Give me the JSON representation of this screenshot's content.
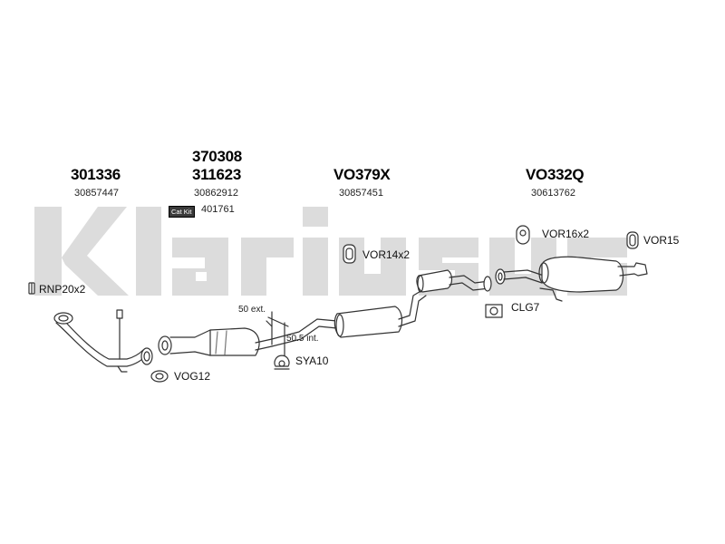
{
  "watermark": "klarius",
  "groups": [
    {
      "top": "301336",
      "bottom": "30857447"
    },
    {
      "top_a": "370308",
      "top_b": "311623",
      "bottom": "30862912"
    },
    {
      "top": "VO379X",
      "bottom": "30857451"
    },
    {
      "top": "VO332Q",
      "bottom": "30613762"
    }
  ],
  "catkit": {
    "badge": "Cat Kit",
    "number": "401761"
  },
  "labels": {
    "rnp": "RNP20x2",
    "vog": "VOG12",
    "sya": "SYA10",
    "vor14": "VOR14x2",
    "vor16": "VOR16x2",
    "vor15": "VOR15",
    "clg": "CLG7",
    "ext": "50 ext.",
    "int": "50.5 int."
  }
}
